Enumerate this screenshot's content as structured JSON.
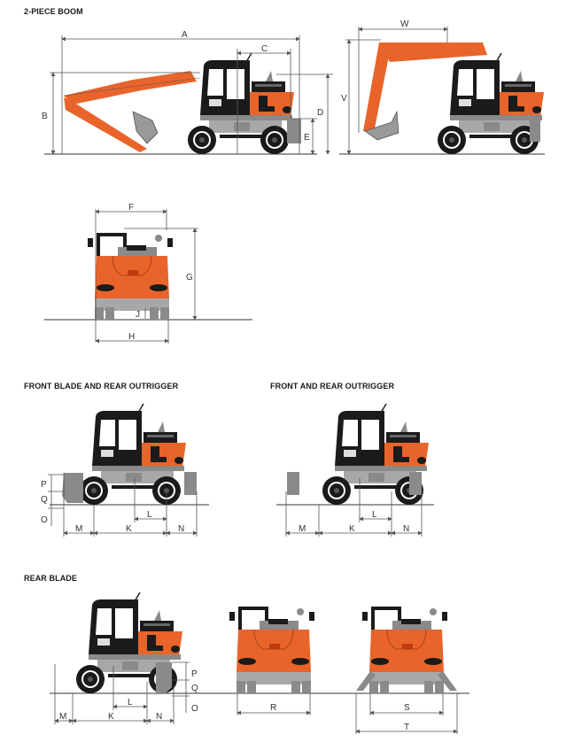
{
  "sections": {
    "boom": {
      "title": "2-PIECE BOOM"
    },
    "front_blade_rear_outrigger": {
      "title": "FRONT BLADE AND REAR OUTRIGGER"
    },
    "front_rear_outrigger": {
      "title": "FRONT AND REAR OUTRIGGER"
    },
    "rear_blade": {
      "title": "REAR BLADE"
    }
  },
  "dimensions": {
    "A": "A",
    "B": "B",
    "C": "C",
    "D": "D",
    "E": "E",
    "F": "F",
    "G": "G",
    "H": "H",
    "J": "J",
    "K": "K",
    "L": "L",
    "M": "M",
    "N": "N",
    "O": "O",
    "P": "P",
    "Q": "Q",
    "R": "R",
    "S": "S",
    "T": "T",
    "V": "V",
    "W": "W"
  },
  "colors": {
    "body_orange": "#e8642a",
    "cab_black": "#1b1b1b",
    "chassis_grey": "#8a8a8a",
    "dimension_line": "#555555"
  }
}
